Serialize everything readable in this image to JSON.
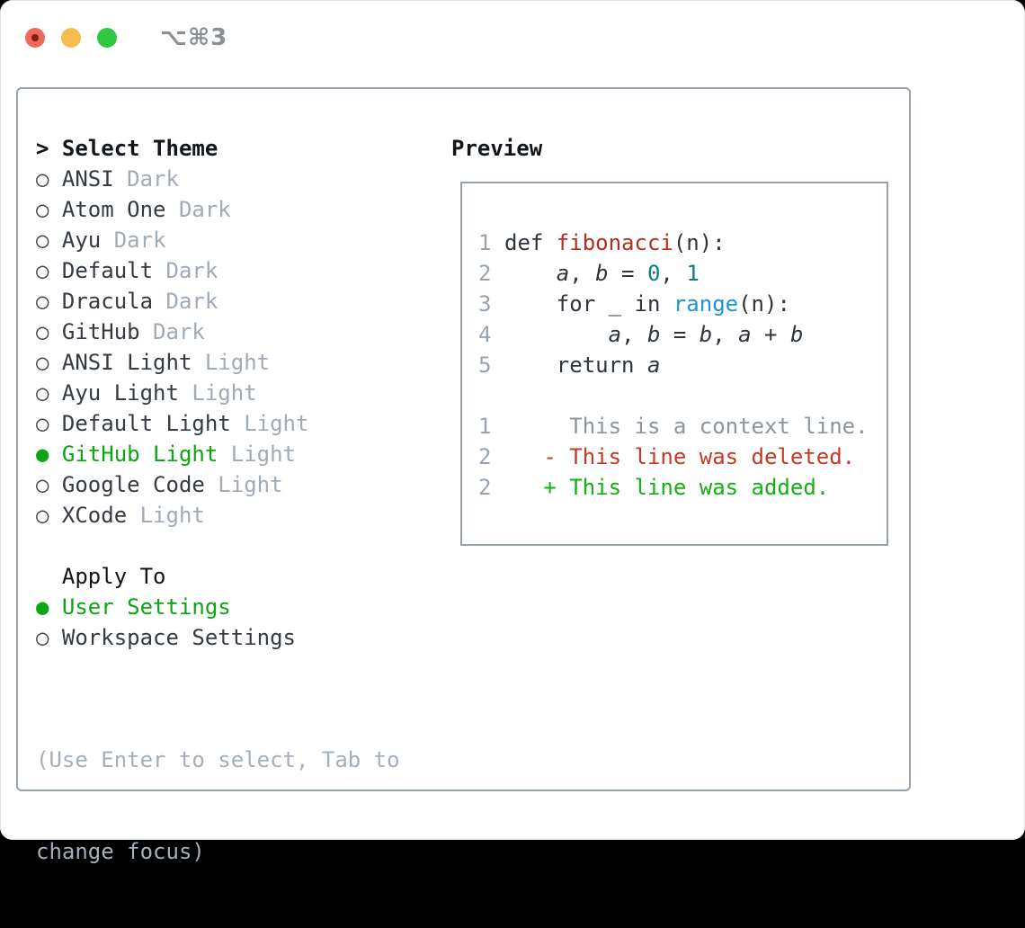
{
  "window": {
    "title_shortcut": "⌥⌘3"
  },
  "colors": {
    "light-red": "#ee6a5f",
    "light-red-dot": "#8a1d11",
    "light-yellow": "#f5bd4f",
    "light-green": "#2fc840",
    "titlebar-text": "#8a8f94",
    "panel-border": "#98a2ac",
    "heading": "#111519",
    "item-text": "#343b42",
    "radio": "#3c444c",
    "muted-tag": "#a0abb6",
    "select-green": "#0ca613",
    "hint": "#a5afb9",
    "line-number": "#9aa4b0",
    "code-text": "#2e353c",
    "func-red": "#b42e20",
    "builtin-blue": "#1d95d2",
    "number-teal": "#0d7d85",
    "diff-context": "#8b959f",
    "diff-deleted": "#c43a26",
    "diff-added": "#11b114"
  },
  "theme_panel": {
    "header": {
      "marker": ">",
      "label": "Select Theme"
    },
    "markers": {
      "selected": "●",
      "unselected": "○"
    },
    "themes": [
      {
        "name": "ANSI",
        "tag": "Dark",
        "selected": false
      },
      {
        "name": "Atom One",
        "tag": "Dark",
        "selected": false
      },
      {
        "name": "Ayu",
        "tag": "Dark",
        "selected": false
      },
      {
        "name": "Default",
        "tag": "Dark",
        "selected": false
      },
      {
        "name": "Dracula",
        "tag": "Dark",
        "selected": false
      },
      {
        "name": "GitHub",
        "tag": "Dark",
        "selected": false
      },
      {
        "name": "ANSI Light",
        "tag": "Light",
        "selected": false
      },
      {
        "name": "Ayu Light",
        "tag": "Light",
        "selected": false
      },
      {
        "name": "Default Light",
        "tag": "Light",
        "selected": false
      },
      {
        "name": "GitHub Light",
        "tag": "Light",
        "selected": true
      },
      {
        "name": "Google Code",
        "tag": "Light",
        "selected": false
      },
      {
        "name": "XCode",
        "tag": "Light",
        "selected": false
      }
    ],
    "apply_to": {
      "header": "Apply To",
      "options": [
        {
          "name": "User Settings",
          "selected": true
        },
        {
          "name": "Workspace Settings",
          "selected": false
        }
      ]
    },
    "hint_lines": [
      "(Use Enter to select, Tab to",
      "change focus)"
    ]
  },
  "preview": {
    "header": "Preview",
    "code_lines": [
      {
        "kind": "code-line",
        "num": "1",
        "tokens": [
          [
            "def ",
            "pl"
          ],
          [
            "fibonacci",
            "fn"
          ],
          [
            "(n):",
            "pl"
          ]
        ]
      },
      {
        "kind": "code-line",
        "num": "2",
        "tokens": [
          [
            "    ",
            "pl"
          ],
          [
            "a",
            "var"
          ],
          [
            ", ",
            "pl"
          ],
          [
            "b",
            "var"
          ],
          [
            " = ",
            "pl"
          ],
          [
            "0",
            "num"
          ],
          [
            ", ",
            "pl"
          ],
          [
            "1",
            "num"
          ]
        ]
      },
      {
        "kind": "code-line",
        "num": "3",
        "tokens": [
          [
            "    for _ in ",
            "pl"
          ],
          [
            "range",
            "bi"
          ],
          [
            "(n):",
            "pl"
          ]
        ]
      },
      {
        "kind": "code-line",
        "num": "4",
        "tokens": [
          [
            "        ",
            "pl"
          ],
          [
            "a",
            "var"
          ],
          [
            ", ",
            "pl"
          ],
          [
            "b",
            "var"
          ],
          [
            " = ",
            "pl"
          ],
          [
            "b",
            "var"
          ],
          [
            ", ",
            "pl"
          ],
          [
            "a",
            "var"
          ],
          [
            " + ",
            "pl"
          ],
          [
            "b",
            "var"
          ]
        ]
      },
      {
        "kind": "code-line",
        "num": "5",
        "tokens": [
          [
            "    return ",
            "pl"
          ],
          [
            "a",
            "var"
          ]
        ]
      },
      {
        "kind": "blank-line",
        "num": "",
        "tokens": []
      },
      {
        "kind": "diff-context-line",
        "num": "1",
        "tokens": [
          [
            "     This is a context line.",
            "ctx"
          ]
        ]
      },
      {
        "kind": "diff-deleted-line",
        "num": "2",
        "tokens": [
          [
            "   - This line was deleted.",
            "del"
          ]
        ]
      },
      {
        "kind": "diff-added-line",
        "num": "2",
        "tokens": [
          [
            "   + This line was added.",
            "add"
          ]
        ]
      }
    ]
  }
}
